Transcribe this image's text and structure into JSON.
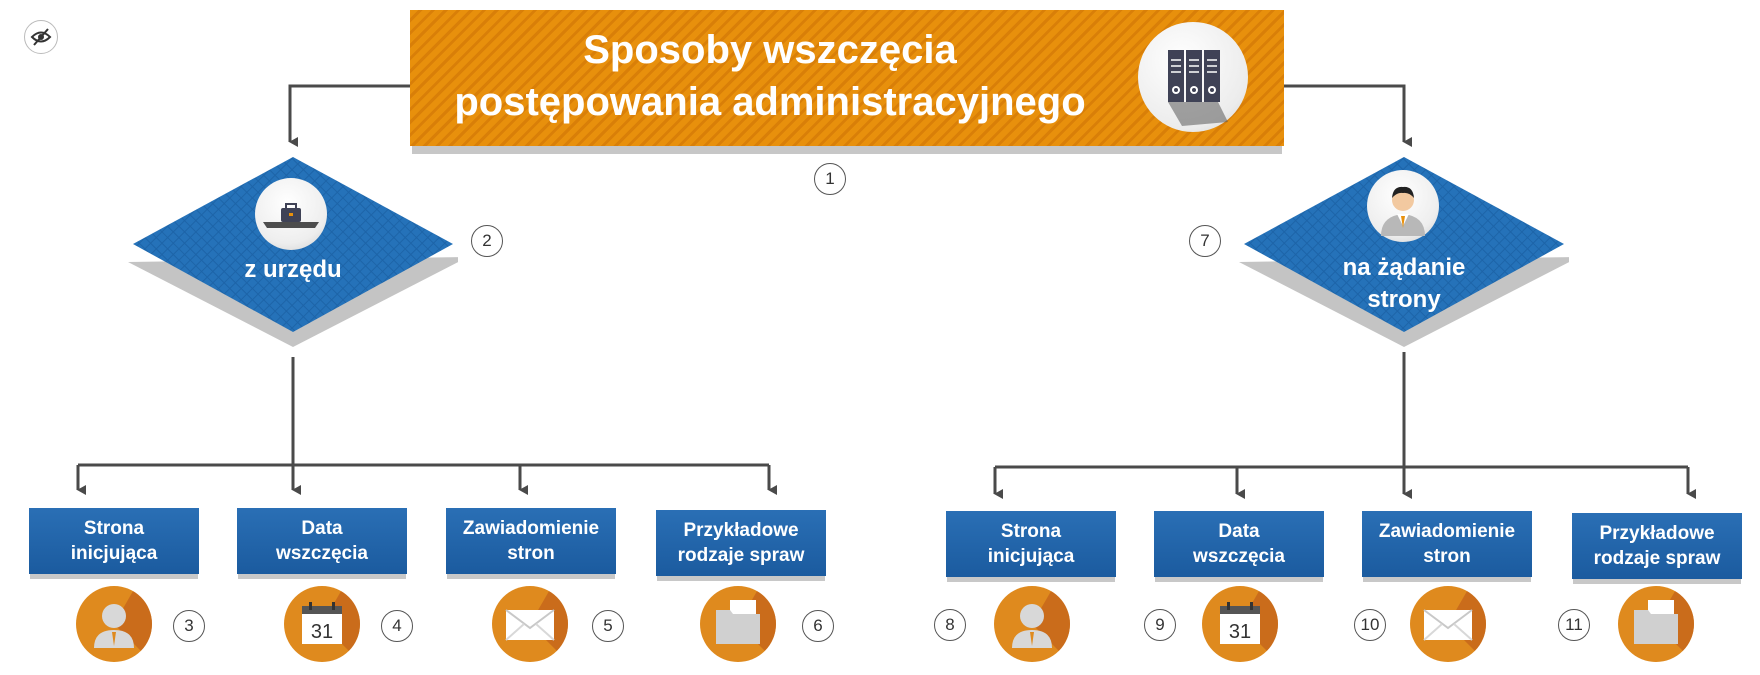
{
  "title_lines": [
    "Sposoby wszczęcia",
    "postępowania administracyjnego"
  ],
  "branches": [
    {
      "label": "z urzędu",
      "number": "2",
      "items": [
        {
          "label": "Strona\ninicjująca",
          "number": "3",
          "icon": "person-icon"
        },
        {
          "label": "Data\nwszczęcia",
          "number": "4",
          "icon": "calendar-icon"
        },
        {
          "label": "Zawiadomienie\nstron",
          "number": "5",
          "icon": "envelope-icon"
        },
        {
          "label": "Przykładowe\nrodzaje spraw",
          "number": "6",
          "icon": "folder-icon"
        }
      ]
    },
    {
      "label": "na żądanie\nstrony",
      "number": "7",
      "items": [
        {
          "label": "Strona\ninicjująca",
          "number": "8",
          "icon": "person-icon"
        },
        {
          "label": "Data\nwszczęcia",
          "number": "9",
          "icon": "calendar-icon"
        },
        {
          "label": "Zawiadomienie\nstron",
          "number": "10",
          "icon": "envelope-icon"
        },
        {
          "label": "Przykładowe\nrodzaje spraw",
          "number": "11",
          "icon": "folder-icon"
        }
      ]
    }
  ],
  "title_number": "1",
  "calendar_day": "31",
  "colors": {
    "orange": "#e8900c",
    "blue": "#1f63ad",
    "line": "#4a4a4a"
  }
}
